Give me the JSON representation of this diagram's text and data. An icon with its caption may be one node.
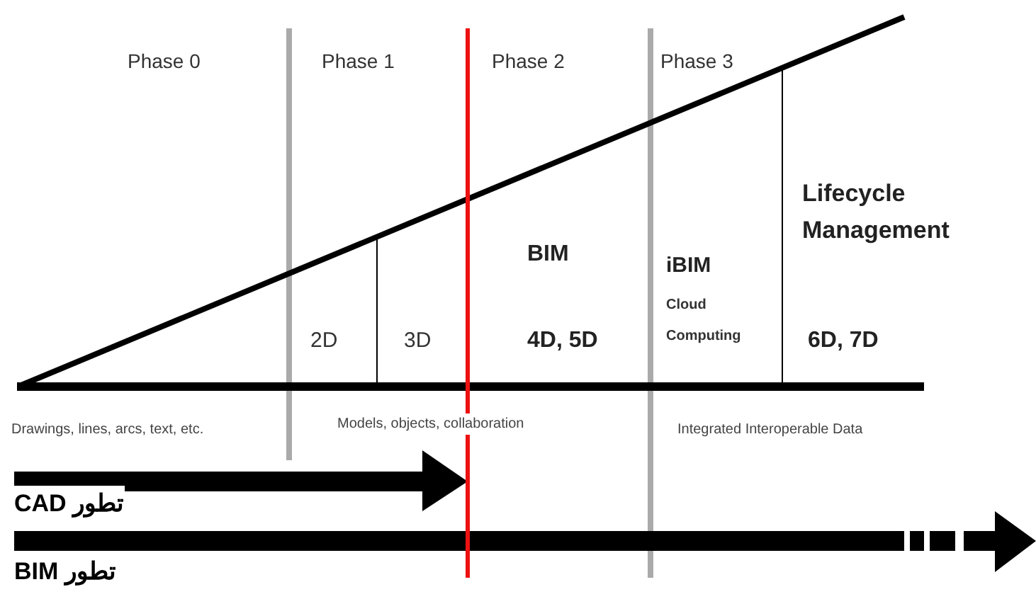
{
  "diagram": {
    "labels": [
      "Phase 0",
      "Phase 1",
      "Phase 2",
      "Phase 3",
      "Lifecycle Management",
      "BIM",
      "iBIM",
      "Cloud Computing",
      "2D",
      "3D",
      "4D, 5D",
      "6D, 7D",
      "Drawings, lines, arcs, text, etc.",
      "Models, objects, collaboration",
      "Integrated Interoperable Data",
      "تطور CAD",
      "تطور BIM"
    ]
  }
}
